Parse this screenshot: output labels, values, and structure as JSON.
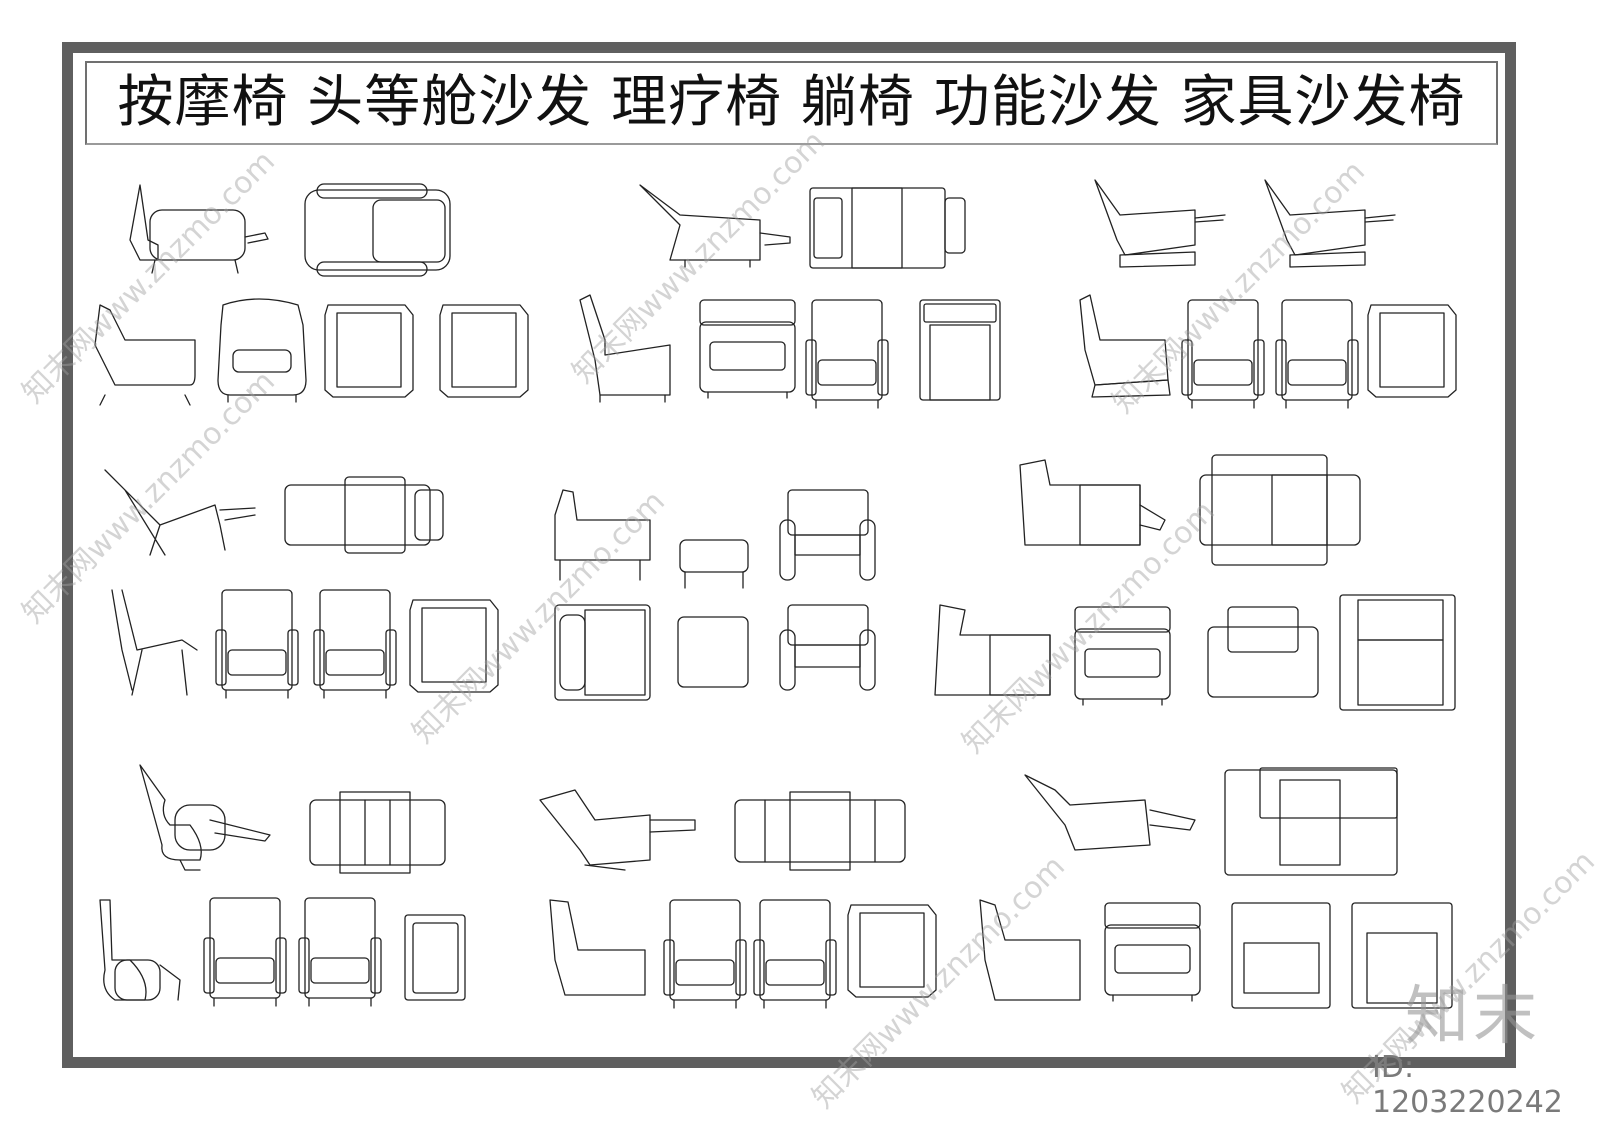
{
  "title": "按摩椅  头等舱沙发  理疗椅  躺椅  功能沙发  家具沙发椅",
  "watermark": {
    "text": "知末网www.znzmo.com"
  },
  "logo": "知末",
  "id_label": "ID: 1203220242"
}
